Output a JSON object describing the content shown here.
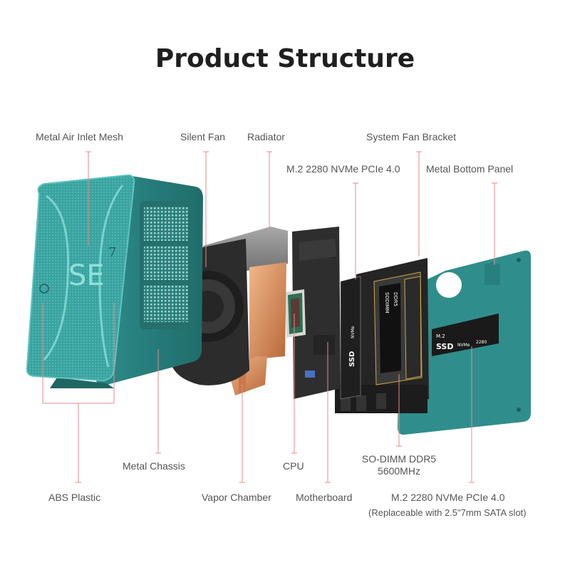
{
  "title": "Product Structure",
  "colors": {
    "leader_line": "#e88a8a",
    "label_text": "#555555",
    "title_text": "#1f1f1f",
    "chassis_teal": "#2f8e8c",
    "chassis_light": "#49b1ad",
    "dark_component": "#2b2b2b",
    "copper": "#d9915e"
  },
  "labels": {
    "top": {
      "metal_air_inlet_mesh": "Metal Air Inlet Mesh",
      "silent_fan": "Silent Fan",
      "radiator": "Radiator",
      "system_fan_bracket": "System Fan Bracket",
      "m2_ssd_top": "M.2 2280 NVMe PCIe 4.0",
      "metal_bottom_panel": "Metal Bottom Panel"
    },
    "bottom": {
      "metal_chassis": "Metal Chassis",
      "cpu": "CPU",
      "so_dimm_line1": "SO-DIMM DDR5",
      "so_dimm_line2": "5600MHz",
      "abs_plastic": "ABS Plastic",
      "vapor_chamber": "Vapor Chamber",
      "motherboard": "Motherboard",
      "m2_ssd_bottom": "M.2 2280 NVMe PCIe 4.0",
      "m2_ssd_note": "(Replaceable with 2.5\"7mm SATA slot)"
    }
  },
  "product_markings": {
    "chassis_logo": "SE",
    "chassis_model": "7",
    "ssd_brand": "SSD",
    "ssd_type": "NVMe",
    "ssd_size": "2280",
    "ssd_form": "M.2",
    "ram_label_1": "DDR5",
    "ram_label_2": "SODIMM"
  }
}
